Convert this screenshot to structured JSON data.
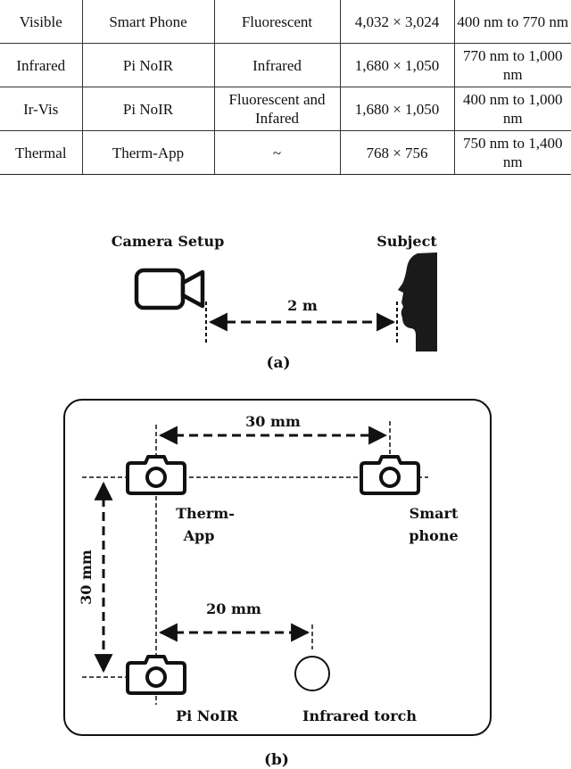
{
  "table": {
    "rows": [
      [
        "Visible",
        "Smart Phone",
        "Fluorescent",
        "4,032 × 3,024",
        "400 nm to 770 nm"
      ],
      [
        "Infrared",
        "Pi NoIR",
        "Infrared",
        "1,680 × 1,050",
        "770 nm to 1,000 nm"
      ],
      [
        "Ir-Vis",
        "Pi NoIR",
        "Fluorescent and Infared",
        "1,680 × 1,050",
        "400 nm to 1,000 nm"
      ],
      [
        "Thermal",
        "Therm-App",
        "~",
        "768 × 756",
        "750 nm to 1,400 nm"
      ]
    ]
  },
  "figure_a": {
    "camera_label": "Camera Setup",
    "subject_label": "Subject",
    "distance_label": "2 m",
    "caption": "(a)"
  },
  "figure_b": {
    "top_distance": "30 mm",
    "side_distance": "30 mm",
    "bottom_distance": "20 mm",
    "therm_app_line1": "Therm-",
    "therm_app_line2": "App",
    "smartphone_line1": "Smart",
    "smartphone_line2": "phone",
    "pi_noir_label": "Pi NoIR",
    "torch_label": "Infrared torch",
    "caption": "(b)"
  }
}
